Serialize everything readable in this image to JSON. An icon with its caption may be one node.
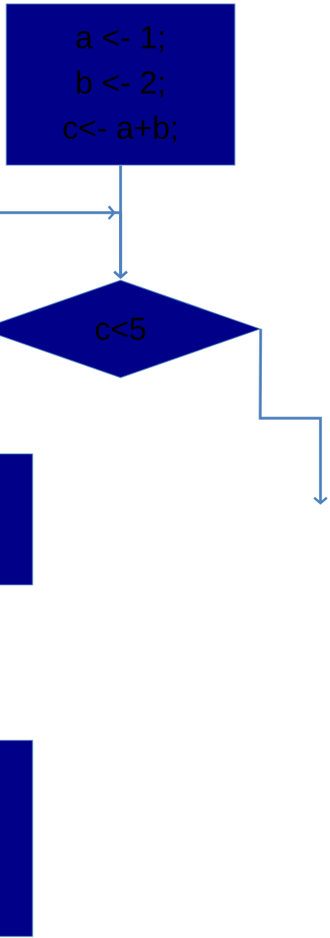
{
  "diagram": {
    "nodes": [
      {
        "text": [
          "a <- 1;",
          "b <- 2;",
          "c<- a+b;"
        ]
      },
      {
        "text": [
          "c<5"
        ]
      },
      {
        "text": [],
        "shape": "box"
      },
      {
        "text": [],
        "shape": "box"
      }
    ],
    "edges": [
      {
        "from": 0,
        "to": 1,
        "arrow": "to"
      },
      {
        "from": null,
        "to": 1,
        "arrow": "to"
      },
      {
        "from": 1,
        "to": null,
        "arrow": "to"
      }
    ]
  }
}
